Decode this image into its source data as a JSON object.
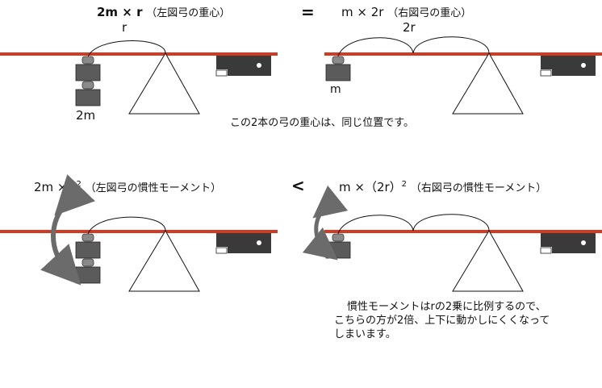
{
  "top": {
    "left_formula_main": "2m × r",
    "left_formula_paren": "（左図弓の重心）",
    "equals_sign": "=",
    "right_formula_main": "m × 2r",
    "right_formula_paren": "（右図弓の重心）",
    "label_r": "r",
    "label_2r": "2r",
    "label_2m": "2m",
    "label_m": "m",
    "caption": "この2本の弓の重心は、同じ位置です。"
  },
  "bottom": {
    "left_formula_main": "2m × r",
    "left_formula_exp": "2",
    "left_formula_paren": "（左図弓の慣性モーメント）",
    "less_than_sign": "<",
    "right_formula_main": "m ×（2r）",
    "right_formula_exp": "2",
    "right_formula_paren": "（右図弓の慣性モーメント）",
    "note_line1": "慣性モーメントはrの2乗に比例するので、",
    "note_line2": "こちらの方が2倍、上下に動かしにくくなって",
    "note_line3": "しまいます。"
  },
  "colors": {
    "bow_line": "#d23a22",
    "weight": "#5b5b5b",
    "arrow": "#6b6b6b",
    "frog": "#3a3a3a"
  }
}
